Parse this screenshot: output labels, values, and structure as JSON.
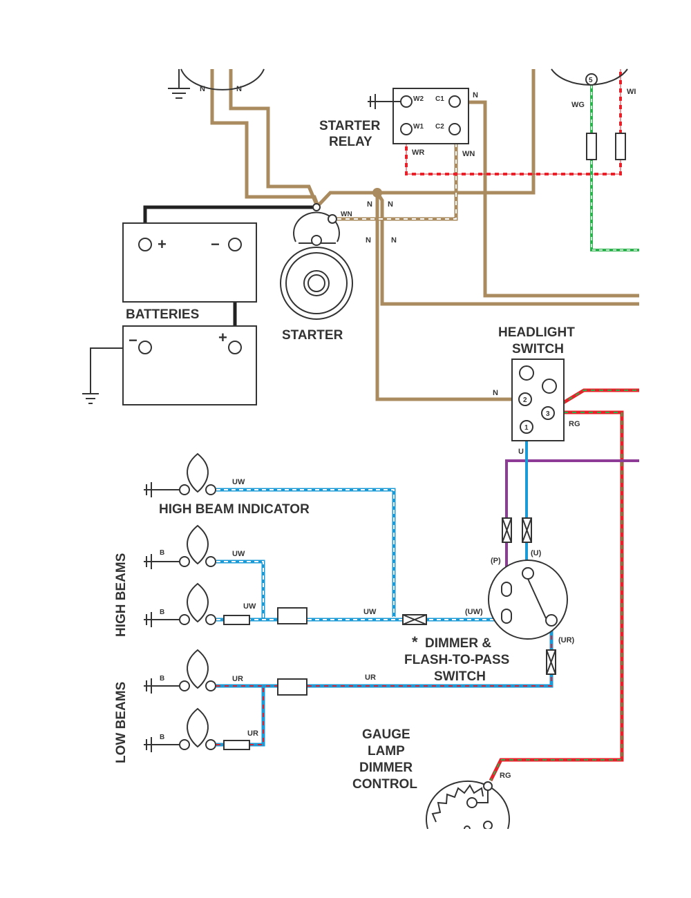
{
  "colors": {
    "brown": "#a98b5f",
    "blue": "#1a9bd7",
    "red": "#e8202a",
    "green": "#2bb24c",
    "purple": "#8e3a97",
    "black": "#222222",
    "white": "#ffffff"
  },
  "components": {
    "starter_relay": {
      "line1": "STARTER",
      "line2": "RELAY",
      "w2": "W2",
      "w1": "W1",
      "c1": "C1",
      "c2": "C2"
    },
    "batteries": {
      "label": "BATTERIES",
      "plus": "+",
      "minus": "−"
    },
    "starter": {
      "label": "STARTER"
    },
    "headlight_switch": {
      "line1": "HEADLIGHT",
      "line2": "SWITCH",
      "t1": "1",
      "t2": "2",
      "t3": "3"
    },
    "high_beam_indicator": {
      "label": "HIGH BEAM INDICATOR"
    },
    "high_beams": {
      "label": "HIGH BEAMS"
    },
    "low_beams": {
      "label": "LOW BEAMS"
    },
    "dimmer_switch": {
      "star": "*",
      "line1": "DIMMER &",
      "line2": "FLASH-TO-PASS",
      "line3": "SWITCH"
    },
    "gauge_lamp": {
      "line1": "GAUGE",
      "line2": "LAMP",
      "line3": "DIMMER",
      "line4": "CONTROL"
    },
    "terminal_5": "5"
  },
  "wire_labels": {
    "n_top_1": "N",
    "n_top_2": "N",
    "relay_n": "N",
    "relay_wr": "WR",
    "relay_wn": "WN",
    "starter_wn": "WN",
    "n_a": "N",
    "n_b": "N",
    "n_c": "N",
    "n_d": "N",
    "wg": "WG",
    "wi": "WI",
    "hs_n": "N",
    "hs_rg": "RG",
    "hs_u": "U",
    "uw_ind": "UW",
    "uw_hb1": "UW",
    "uw_hb2": "UW",
    "uw_main": "UW",
    "p_tag": "(P)",
    "u_tag": "(U)",
    "uw_tag": "(UW)",
    "ur_tag": "(UR)",
    "b1": "B",
    "b2": "B",
    "b3": "B",
    "b4": "B",
    "ur_main": "UR",
    "ur_lb2": "UR",
    "rg_gauge": "RG"
  }
}
